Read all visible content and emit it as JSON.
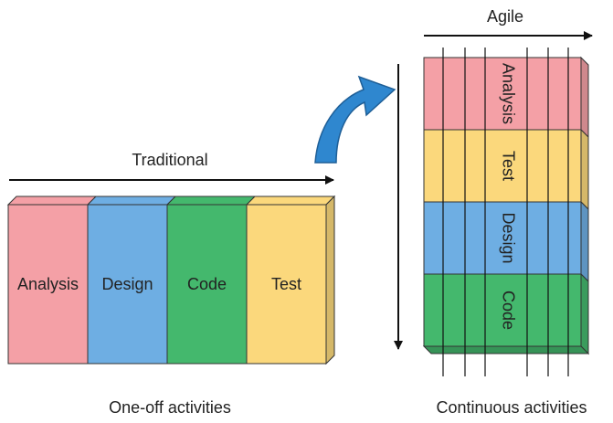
{
  "traditional": {
    "title": "Traditional",
    "caption": "One-off activities",
    "blocks": [
      {
        "label": "Analysis",
        "color": "#f4a0a6"
      },
      {
        "label": "Design",
        "color": "#6eaee3"
      },
      {
        "label": "Code",
        "color": "#44b86d"
      },
      {
        "label": "Test",
        "color": "#fbd87c"
      }
    ]
  },
  "agile": {
    "title": "Agile",
    "caption": "Continuous activities",
    "blocks": [
      {
        "label": "Analysis",
        "color": "#f4a0a6"
      },
      {
        "label": "Test",
        "color": "#fbd87c"
      },
      {
        "label": "Design",
        "color": "#6eaee3"
      },
      {
        "label": "Code",
        "color": "#44b86d"
      }
    ]
  },
  "colors": {
    "transition_arrow": "#2f87cf",
    "line": "#111111"
  }
}
